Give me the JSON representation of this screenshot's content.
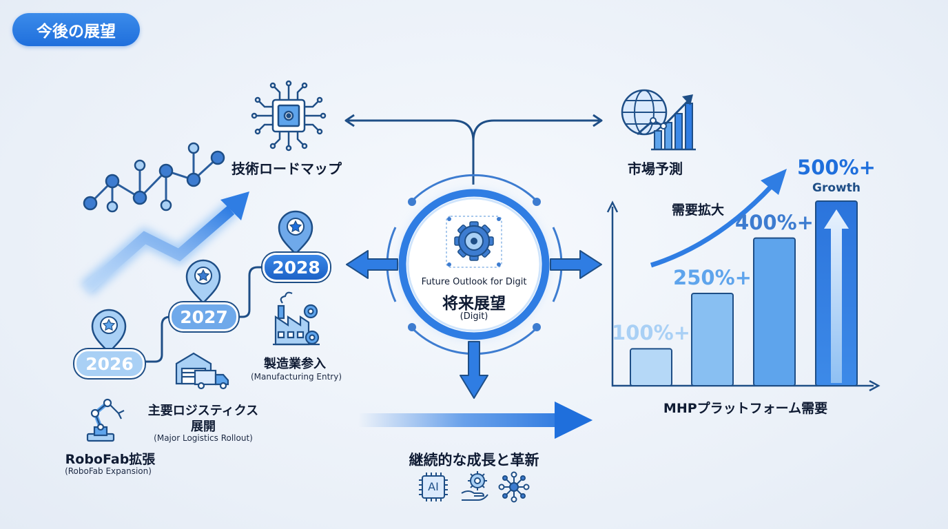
{
  "header": {
    "title": "今後の展望"
  },
  "center": {
    "en": "Future Outlook for Digit",
    "jp": "将来展望",
    "sub": "(Digit)"
  },
  "tech_roadmap": {
    "label": "技術ロードマップ"
  },
  "market": {
    "label": "市場予測"
  },
  "timeline": {
    "milestones": [
      {
        "year": "2026",
        "title": "RoboFab拡張",
        "subtitle": "(RoboFab Expansion)"
      },
      {
        "year": "2027",
        "title_line1": "主要ロジスティクス",
        "title_line2": "展開",
        "subtitle": "(Major Logistics Rollout)"
      },
      {
        "year": "2028",
        "title": "製造業参入",
        "subtitle": "(Manufacturing Entry)"
      }
    ]
  },
  "chart_data": {
    "type": "bar",
    "categories": [
      "",
      "",
      "",
      ""
    ],
    "values": [
      100,
      250,
      400,
      500
    ],
    "value_labels": [
      "100%+",
      "250%+",
      "400%+",
      "500%+"
    ],
    "top_annotation": "Growth",
    "trend_label": "需要拡大",
    "xlabel": "MHPプラットフォーム需要",
    "colors": [
      "#b5d8f7",
      "#88bff2",
      "#5ea4ec",
      "#2f7de3"
    ]
  },
  "growth": {
    "label": "継続的な成長と革新",
    "icons": [
      {
        "name": "ai-chip-icon",
        "text": "AI"
      },
      {
        "name": "gear-hand-icon"
      },
      {
        "name": "network-icon"
      }
    ]
  },
  "colors": {
    "primary": "#1f6fdc",
    "dark": "#1e4e86",
    "light": "#a9d0f5"
  }
}
